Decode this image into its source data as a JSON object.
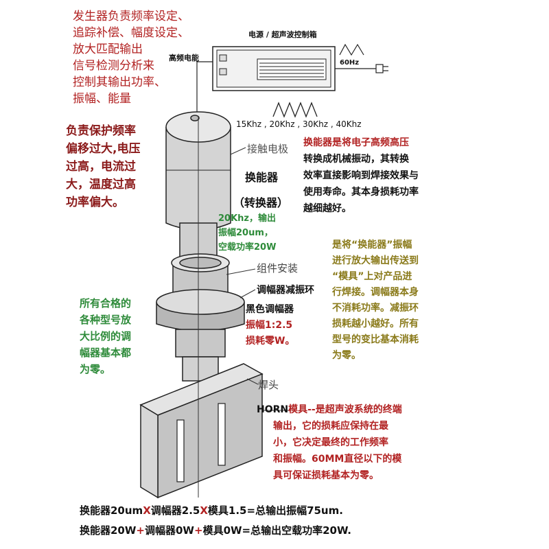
{
  "generator_text": [
    "发生器负责频率设定、",
    "追踪补偿、幅度设定、",
    "放大匹配输出",
    "信号检测分析来",
    "控制其输出功率、",
    "振幅、能量"
  ],
  "protect_text": [
    "负责保护频率",
    "偏移过大,电压",
    "过高，电流过",
    "大，温度过高",
    "功率偏大。"
  ],
  "box_title": "电源 / 超声波控制箱",
  "hf_label": "高频电能",
  "mains_label": "60Hz",
  "freq_list": "15Khz , 20Khz , 30Khz , 40Khz",
  "electrode_label": "接触电极",
  "transducer_label": "换能器",
  "converter_label": "（转换器）",
  "transducer_spec": [
    "20Khz，输出",
    "振幅20um，",
    "空载功率20W"
  ],
  "transducer_desc": [
    "换能器是将电子高频高压",
    "转换成机械振动，其转换",
    "效率直接影响到焊接效果与",
    "使用寿命。其本身损耗功率",
    "越细越好。"
  ],
  "assembly_label": "组件安装",
  "booster_ring_label": "调幅器减振环",
  "booster_spec": [
    "黑色调幅器",
    "振幅1:2.5",
    "损耗零W。"
  ],
  "booster_desc": [
    "是将“换能器”振幅",
    "进行放大输出传送到",
    "“模具”上对产品进",
    "行焊接。调幅器本身",
    "不消耗功率。减振环",
    "损耗越小越好。所有",
    "型号的变比基本消耗",
    "为零。"
  ],
  "booster_note": [
    "所有合格的",
    "各种型号放",
    "大比例的调",
    "幅器基本都",
    "为零。"
  ],
  "weld_head_label": "焊头",
  "horn_label": "HORN",
  "horn_desc": [
    "模具--是超声波系统的终端",
    "输出，它的损耗应保持在最",
    "小，它决定最终的工作频率",
    "和振幅。60MM直径以下的模",
    "具可保证损耗基本为零。"
  ],
  "formula1": {
    "a": "换能器20um",
    "x1": "X",
    "b": "调幅器2.5",
    "x2": "X",
    "c": "模具1.5=总输出振幅75um."
  },
  "formula2": {
    "a": "换能器20W",
    "p1": "+",
    "b": "调幅器0W",
    "p2": "+",
    "c": "模具0W=总输出空载功率20W."
  },
  "colors": {
    "red": "#b22222",
    "green": "#2e8b3a",
    "olive": "#8a7a1a",
    "black": "#111111"
  }
}
